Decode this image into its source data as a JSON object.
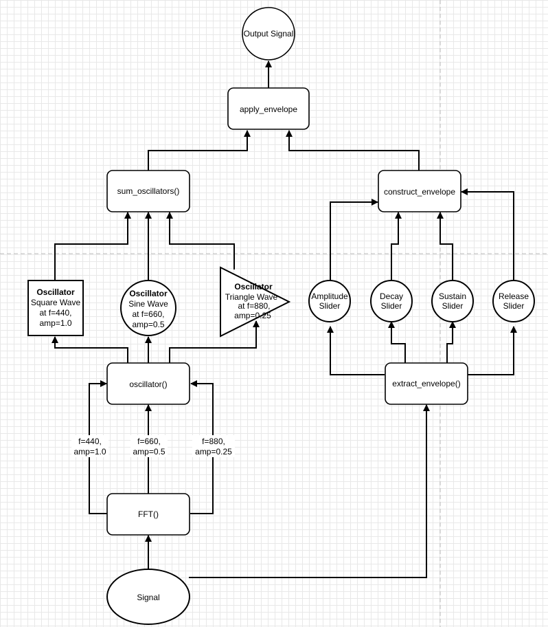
{
  "nodes": {
    "output_signal": "Output Signal",
    "apply_envelope": "apply_envelope",
    "sum_oscillators": "sum_oscillators()",
    "construct_envelope": "construct_envelope",
    "osc_square": {
      "title": "Oscillator",
      "line1": "Square Wave",
      "line2": "at f=440,",
      "line3": "amp=1.0"
    },
    "osc_sine": {
      "title": "Oscillator",
      "line1": "Sine Wave",
      "line2": "at f=660,",
      "line3": "amp=0.5"
    },
    "osc_triangle": {
      "title": "Oscillator",
      "line1": "Triangle Wave",
      "line2": "at f=880,",
      "line3": "amp=0.25"
    },
    "amplitude_slider": {
      "line1": "Amplitude",
      "line2": "Slider"
    },
    "decay_slider": {
      "line1": "Decay",
      "line2": "Slider"
    },
    "sustain_slider": {
      "line1": "Sustain",
      "line2": "Slider"
    },
    "release_slider": {
      "line1": "Release",
      "line2": "Slider"
    },
    "oscillator": "oscillator()",
    "extract_envelope": "extract_envelope()",
    "fft": "FFT()",
    "signal": "Signal"
  },
  "edge_labels": {
    "f440": {
      "line1": "f=440,",
      "line2": "amp=1.0"
    },
    "f660": {
      "line1": "f=660,",
      "line2": "amp=0.5"
    },
    "f880": {
      "line1": "f=880,",
      "line2": "amp=0.25"
    }
  }
}
